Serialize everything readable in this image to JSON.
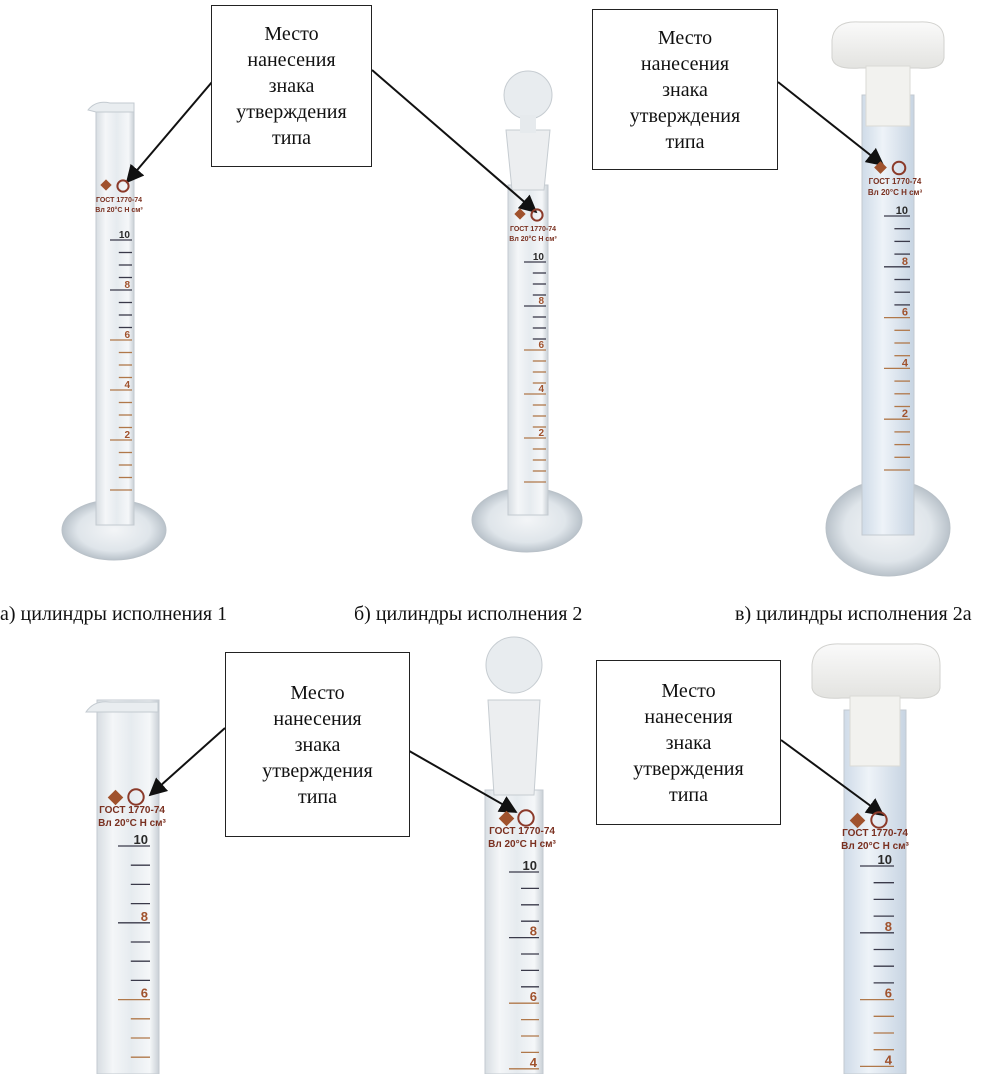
{
  "callout": {
    "lines": [
      "Место",
      "нанесения",
      "знака",
      "утверждения",
      "типа"
    ]
  },
  "captions": {
    "a": "а) цилиндры исполнения 1",
    "b": "б) цилиндры исполнения 2",
    "c": "в) цилиндры исполнения 2а"
  },
  "cylinder_label": {
    "standard": "ГОСТ 1770-74",
    "temp": "Вл 20°C  Н см³",
    "top_value": "10",
    "marks": [
      "8",
      "6",
      "4",
      "2"
    ]
  }
}
